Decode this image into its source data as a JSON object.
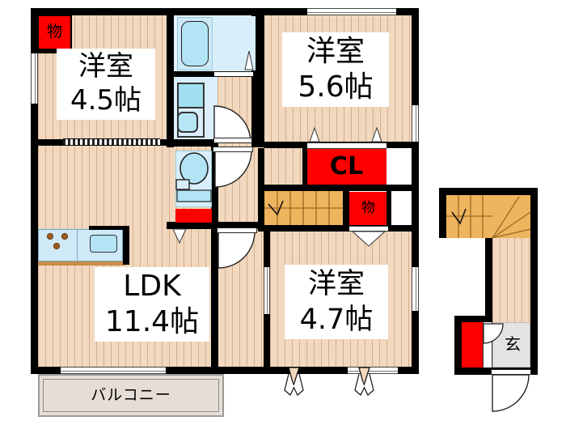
{
  "plan": {
    "type": "japanese-apartment-floor-plan",
    "layout_code": "3LDK",
    "units": "帖 (tatami mats)"
  },
  "rooms": [
    {
      "id": "washitsu_45",
      "name": "洋室",
      "size": "4.5帖",
      "label": "洋室\n4.5帖",
      "floor": "wood"
    },
    {
      "id": "washitsu_56",
      "name": "洋室",
      "size": "5.6帖",
      "label": "洋室\n5.6帖",
      "floor": "wood"
    },
    {
      "id": "washitsu_47",
      "name": "洋室",
      "size": "4.7帖",
      "label": "洋室\n4.7帖",
      "floor": "wood"
    },
    {
      "id": "ldk",
      "name": "LDK",
      "size": "11.4帖",
      "label": "LDK\n11.4帖",
      "floor": "wood"
    }
  ],
  "labels": {
    "room_45_line1": "洋室",
    "room_45_line2": "4.5帖",
    "room_56_line1": "洋室",
    "room_56_line2": "5.6帖",
    "room_47_line1": "洋室",
    "room_47_line2": "4.7帖",
    "ldk_line1": "LDK",
    "ldk_line2": "11.4帖",
    "balcony": "バルコニー",
    "closet_cl": "CL",
    "storage_top_left": "物",
    "storage_mid_right": "物",
    "genkan": "玄"
  },
  "storage": [
    {
      "id": "mono_topleft",
      "label": "物",
      "color": "#ff0000"
    },
    {
      "id": "cl_closet",
      "label": "CL",
      "color": "#ff0000"
    },
    {
      "id": "mono_right",
      "label": "物",
      "color": "#ff0000"
    },
    {
      "id": "toilet_shelf",
      "label": "",
      "color": "#ff0000"
    },
    {
      "id": "shoe_box",
      "label": "",
      "color": "#ff0000"
    }
  ],
  "fixtures": [
    {
      "id": "bathtub",
      "name": "bathtub",
      "color": "#bde8f7"
    },
    {
      "id": "vanity",
      "name": "washbasin",
      "color": "#9fdff0"
    },
    {
      "id": "toilet",
      "name": "toilet",
      "color": "#bde8f7"
    },
    {
      "id": "sink",
      "name": "kitchen-sink",
      "color": "#9fdff0"
    },
    {
      "id": "stove",
      "name": "gas-stove",
      "color": "#bde8f7",
      "burners": 3
    },
    {
      "id": "stairs",
      "name": "staircase",
      "color": "#eeb45e"
    },
    {
      "id": "stairs_entry",
      "name": "entry-staircase",
      "color": "#eeb45e"
    }
  ],
  "colors": {
    "wall": "#000000",
    "wood_floor": "#f2d8be",
    "wood_line": "#96602f",
    "water_area": "#dbeefb",
    "bath_area": "#e6f3fb",
    "accent_red": "#ff0000",
    "stair_wood": "#eeb45e",
    "balcony": "#e6ded6",
    "genkan": "#e3e3e3",
    "fixture_blue": "#bde8f7",
    "fixture_blue_dark": "#7fd3ec"
  },
  "areas": {
    "balcony_name": "バルコニー",
    "entrance_name": "玄"
  }
}
